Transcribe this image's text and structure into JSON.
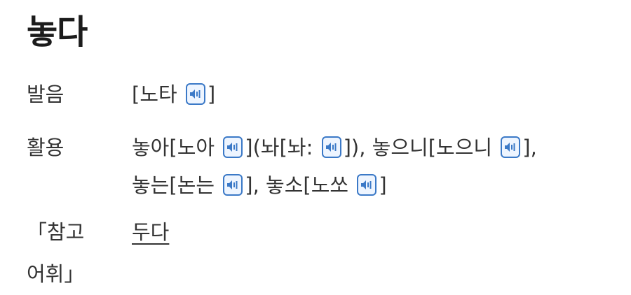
{
  "entry": {
    "headword": "놓다"
  },
  "pronunciation": {
    "label": "발음",
    "open": "[",
    "text": "노타",
    "close": "]"
  },
  "conjugation": {
    "label": "활용",
    "line1": [
      {
        "type": "text",
        "value": "놓아["
      },
      {
        "type": "text",
        "value": "노아 "
      },
      {
        "type": "speaker",
        "icon": "speaker-icon"
      },
      {
        "type": "text",
        "value": "]("
      },
      {
        "type": "text",
        "value": "놔["
      },
      {
        "type": "text",
        "value": "놔: "
      },
      {
        "type": "speaker",
        "icon": "speaker-icon"
      },
      {
        "type": "text",
        "value": "]), "
      },
      {
        "type": "text",
        "value": "놓으니["
      },
      {
        "type": "text",
        "value": "노으니 "
      },
      {
        "type": "speaker",
        "icon": "speaker-icon"
      },
      {
        "type": "text",
        "value": "],"
      }
    ],
    "line2": [
      {
        "type": "text",
        "value": "놓는["
      },
      {
        "type": "text",
        "value": "논는 "
      },
      {
        "type": "speaker",
        "icon": "speaker-icon"
      },
      {
        "type": "text",
        "value": "], "
      },
      {
        "type": "text",
        "value": "놓소["
      },
      {
        "type": "text",
        "value": "노쏘 "
      },
      {
        "type": "speaker",
        "icon": "speaker-icon"
      },
      {
        "type": "text",
        "value": "]"
      }
    ]
  },
  "reference": {
    "label_line1": "「참고",
    "label_line2": "어휘」",
    "link": "두다"
  },
  "colors": {
    "speaker_border": "#3b79c7",
    "speaker_fill": "#eef5ff",
    "text": "#333333"
  }
}
